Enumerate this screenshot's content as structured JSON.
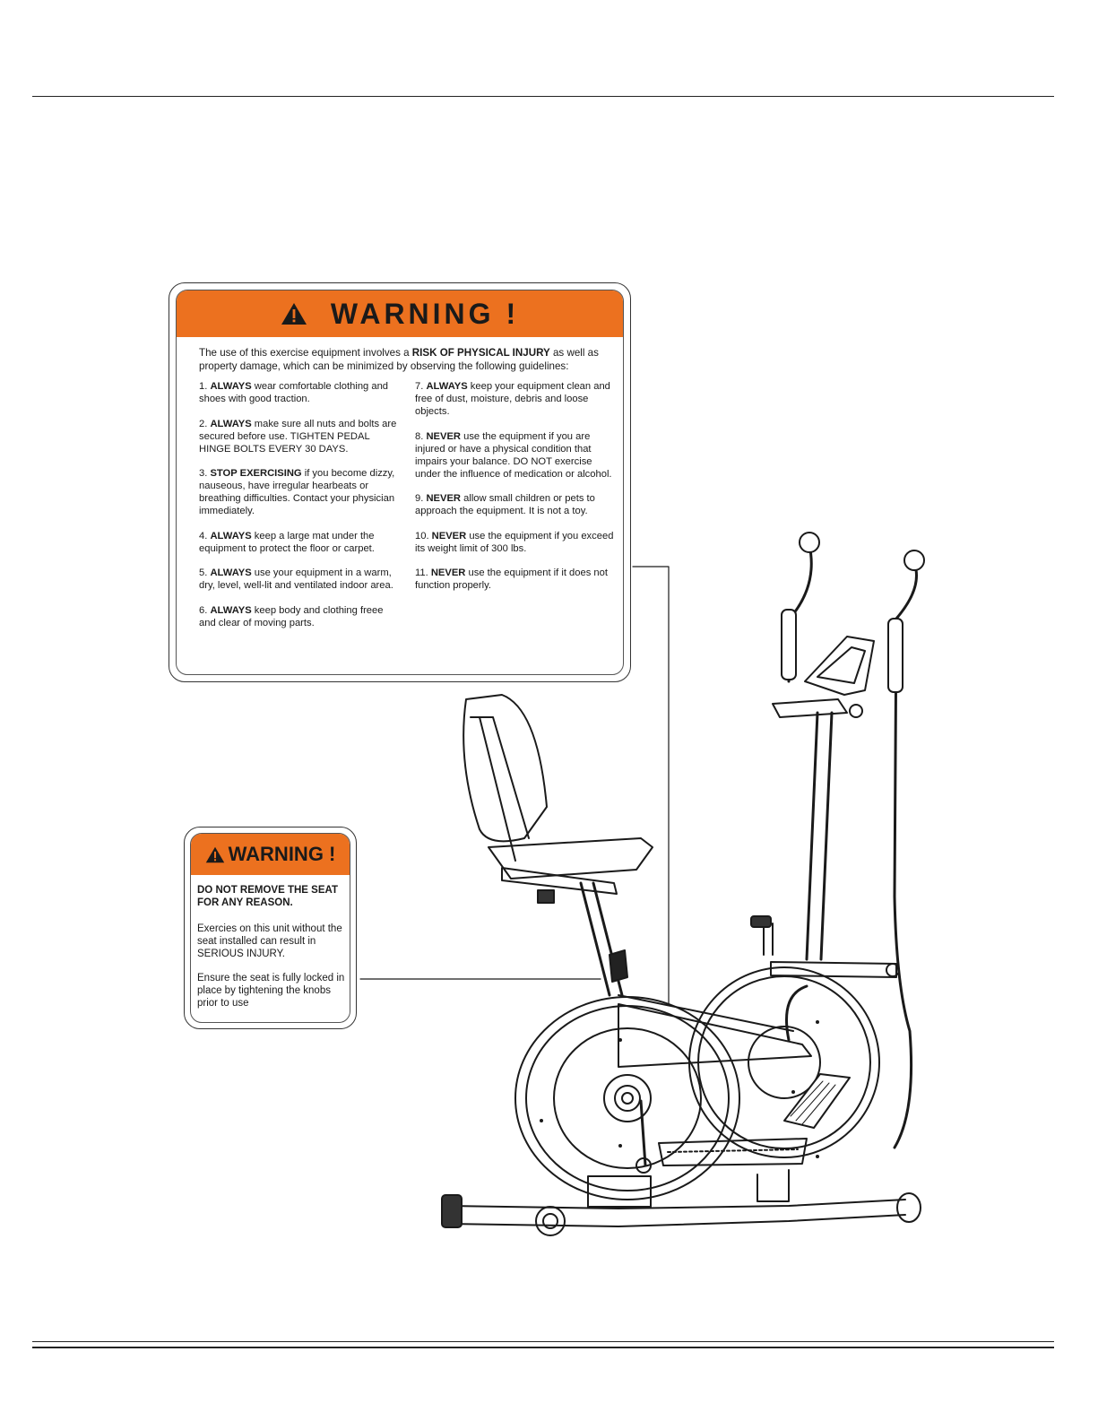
{
  "main_warning": {
    "title": "WARNING !",
    "intro_pre": "The use of this exercise equipment involves a ",
    "intro_bold": "RISK OF PHYSICAL INJURY",
    "intro_post": "  as well as property damage, which can be minimized by observing the following guidelines:",
    "rules_left": [
      {
        "num": "1. ",
        "bold": "ALWAYS",
        "text": " wear comfortable clothing and shoes with good traction."
      },
      {
        "num": "2. ",
        "bold": "ALWAYS",
        "text": " make sure all nuts and bolts are secured before use. TIGHTEN PEDAL HINGE BOLTS EVERY 30 DAYS."
      },
      {
        "num": "3. ",
        "bold": "STOP EXERCISING",
        "text": "  if you become dizzy, nauseous, have irregular hearbeats or breathing difficulties. Contact your physician immediately."
      },
      {
        "num": "4. ",
        "bold": "ALWAYS",
        "text": " keep a large mat under the equipment to protect the floor or carpet."
      },
      {
        "num": "5. ",
        "bold": "ALWAYS",
        "text": " use your equipment in a warm, dry, level, well-lit and ventilated indoor area."
      },
      {
        "num": "6. ",
        "bold": "ALWAYS",
        "text": " keep body and clothing freee and clear of moving parts."
      }
    ],
    "rules_right": [
      {
        "num": "7. ",
        "bold": "ALWAYS",
        "text": " keep your equipment clean and free of dust, moisture, debris and loose objects."
      },
      {
        "num": "8. ",
        "bold": "NEVER",
        "text": " use the equipment if you are injured or have a physical condition that impairs your balance. DO NOT exercise under the influence of medication or alcohol."
      },
      {
        "num": "9. ",
        "bold": "NEVER",
        "text": " allow small children or pets to approach the equipment. It is not a toy."
      },
      {
        "num": "10. ",
        "bold": "NEVER",
        "text": " use the equipment if you exceed its weight limit of 300 lbs."
      },
      {
        "num": "11. ",
        "bold": "NEVER",
        "text": " use the equipment if it does not function properly."
      }
    ]
  },
  "seat_warning": {
    "title": "WARNING !",
    "heading": "DO NOT REMOVE THE SEAT FOR ANY REASON.",
    "body1": "Exercies on this unit without the seat installed can result in SERIOUS INJURY.",
    "body2": "Ensure the seat is fully locked in place by tightening the knobs prior to use"
  },
  "icons": {
    "warning": "warning-triangle-icon"
  },
  "colors": {
    "banner": "#ec711f",
    "line": "#222222"
  }
}
